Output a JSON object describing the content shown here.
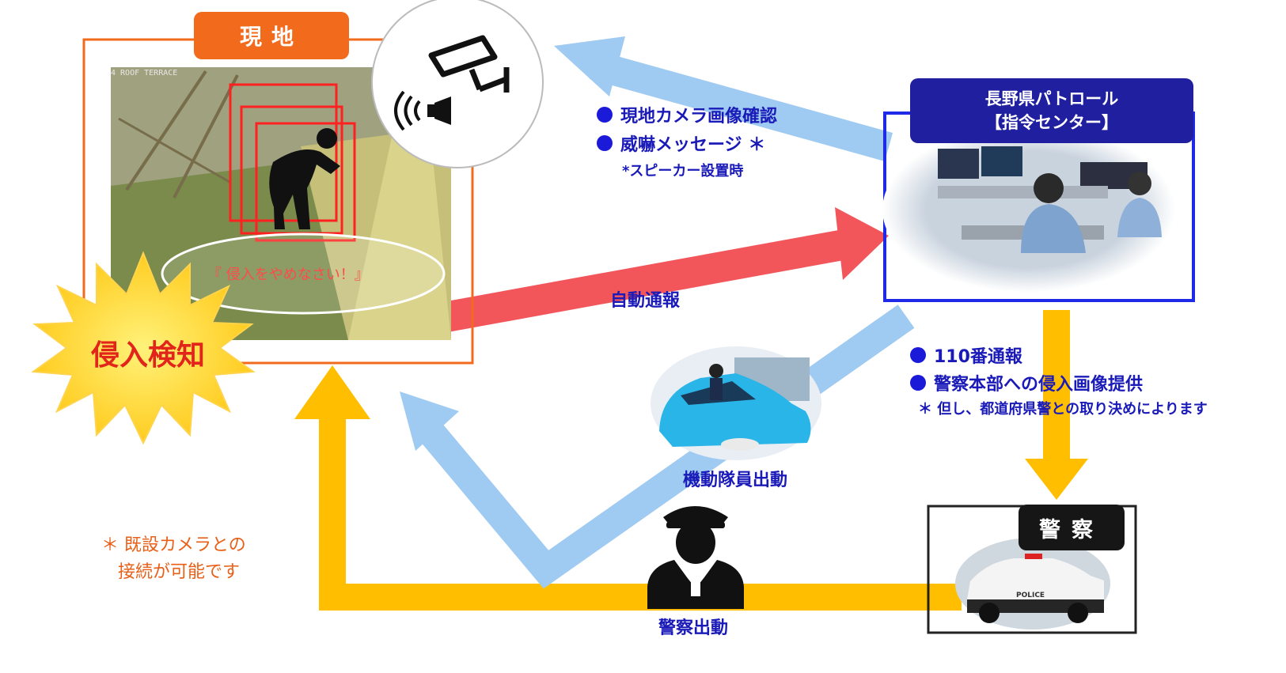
{
  "site": {
    "label": "現地",
    "camera_caption": "4 ROOF TERRACE",
    "warning_message": "『 侵入をやめなさい！』",
    "detection_label": "侵入検知",
    "note_line1": "＊ 既設カメラとの",
    "note_line2": "接続が可能です"
  },
  "hq": {
    "label_line1": "長野県パトロール",
    "label_line2": "【指令センター】"
  },
  "camera_actions": {
    "item1": "現地カメラ画像確認",
    "item2": "威嚇メッセージ ＊",
    "note": "*スピーカー設置時"
  },
  "auto_report": {
    "label": "自動通報"
  },
  "patrol_dispatch": {
    "label": "機動隊員出動"
  },
  "police_actions": {
    "item1": "110番通報",
    "item2": "警察本部への侵入画像提供",
    "note": "＊ 但し、都道府県警との取り決めによります"
  },
  "police": {
    "label": "警察",
    "car_text": "POLICE"
  },
  "police_dispatch": {
    "label": "警察出動"
  },
  "colors": {
    "site_orange": "#f26b1d",
    "hq_blue": "#1f1fa0",
    "alert_red": "#f2555a",
    "light_blue_arrow": "#9fcaf2",
    "yellow_arrow": "#ffbf00"
  }
}
